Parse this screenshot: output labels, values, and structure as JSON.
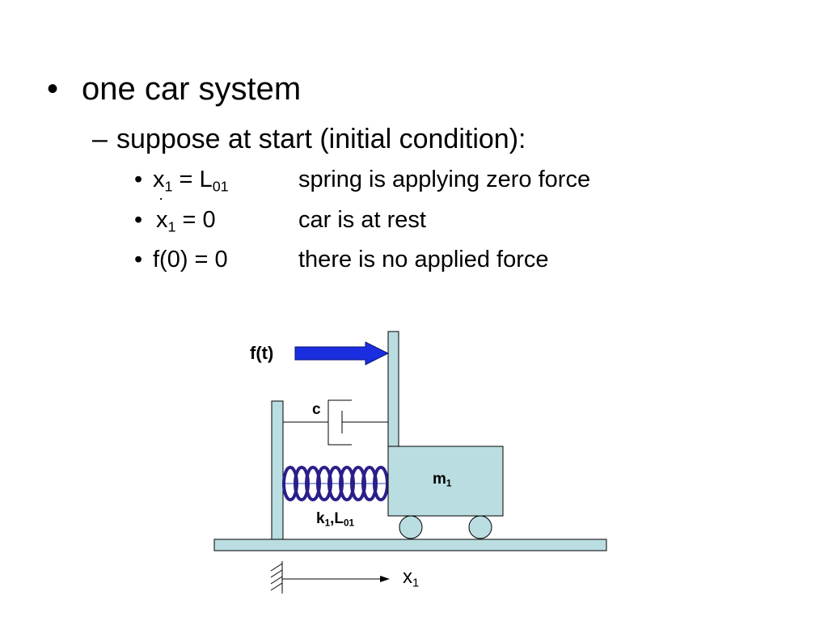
{
  "slide": {
    "level1": {
      "bullet": "•",
      "text": "one car system"
    },
    "level2": {
      "dash": "–",
      "text": "suppose at start (initial condition):"
    },
    "conditions": [
      {
        "bullet": "•",
        "var": "x",
        "sub": "1",
        "eq": " = L",
        "eq_sub": "01",
        "desc": "spring is applying zero force"
      },
      {
        "bullet": "•",
        "var": "x",
        "dot": "˙",
        "sub": "1",
        "eq": " = 0",
        "desc": "car is at rest"
      },
      {
        "bullet": "•",
        "expr": "f(0) = 0",
        "desc": "there is no applied force"
      }
    ]
  },
  "diagram": {
    "force_label": "f(t)",
    "damper_label": "c",
    "mass_label": "m",
    "mass_sub": "1",
    "spring_label": "k",
    "spring_sub": "1",
    "spring_label_sep": ",L",
    "spring_length_sub": "01",
    "axis_label": "x",
    "axis_sub": "1",
    "colors": {
      "structure_fill": "#b9dde0",
      "outline": "#000000",
      "force_arrow": "#1a2ee0",
      "spring_coil": "#2a1f8a"
    }
  }
}
